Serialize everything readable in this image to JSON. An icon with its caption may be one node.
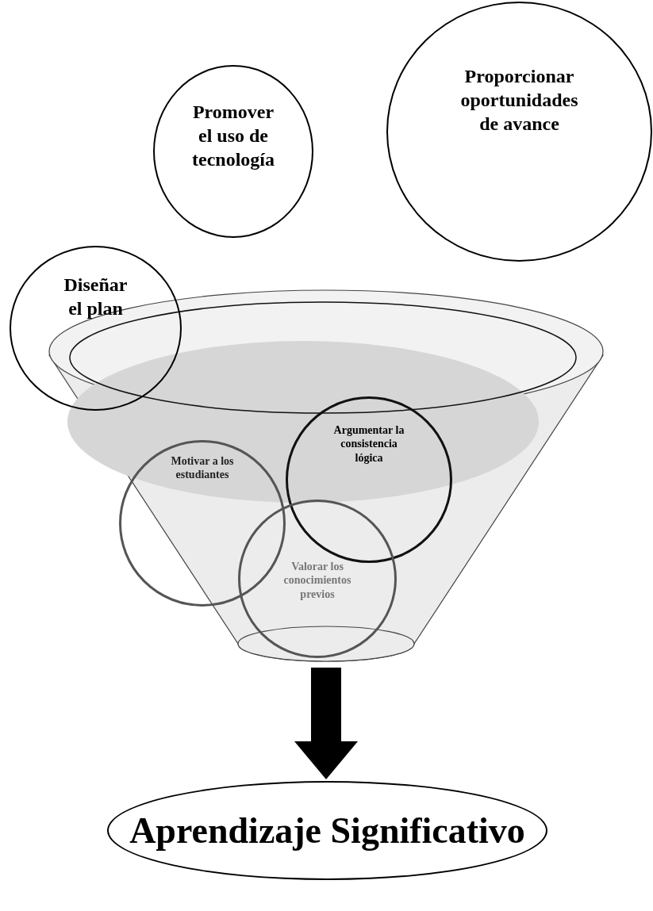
{
  "diagram": {
    "nodes": [
      {
        "text": [
          "Proporcionar oportunidades de avance"
        ]
      },
      {
        "text": [
          "Promover el uso de tecnología"
        ]
      },
      {
        "text": [
          "Diseñar el plan"
        ]
      },
      {
        "text": [],
        "shape": "funnel"
      },
      {
        "text": [
          "Motivar a los estudiantes"
        ],
        "in": 3
      },
      {
        "text": [
          "Argumentar la consistencia lógica"
        ],
        "in": 3
      },
      {
        "text": [
          "Valorar los conocimientos previos"
        ],
        "in": 3
      },
      {
        "text": [
          "Aprendizaje Significativo"
        ]
      }
    ],
    "edges": [
      {
        "from": 3,
        "to": 7,
        "arrow": "to"
      }
    ]
  }
}
